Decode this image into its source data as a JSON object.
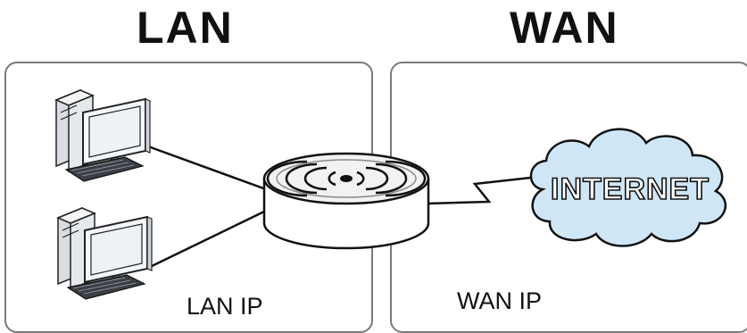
{
  "lan": {
    "title": "LAN",
    "ip_label": "LAN IP"
  },
  "wan": {
    "title": "WAN",
    "ip_label": "WAN IP"
  },
  "cloud": {
    "label": "INTERNET"
  },
  "colors": {
    "panel_border": "#7a7a7a",
    "cloud_fill": "#cfe6f7",
    "router_fill": "#f2f2f2",
    "monitor_screen": "#f4f7fb",
    "tower_fill": "#e9ecef"
  }
}
